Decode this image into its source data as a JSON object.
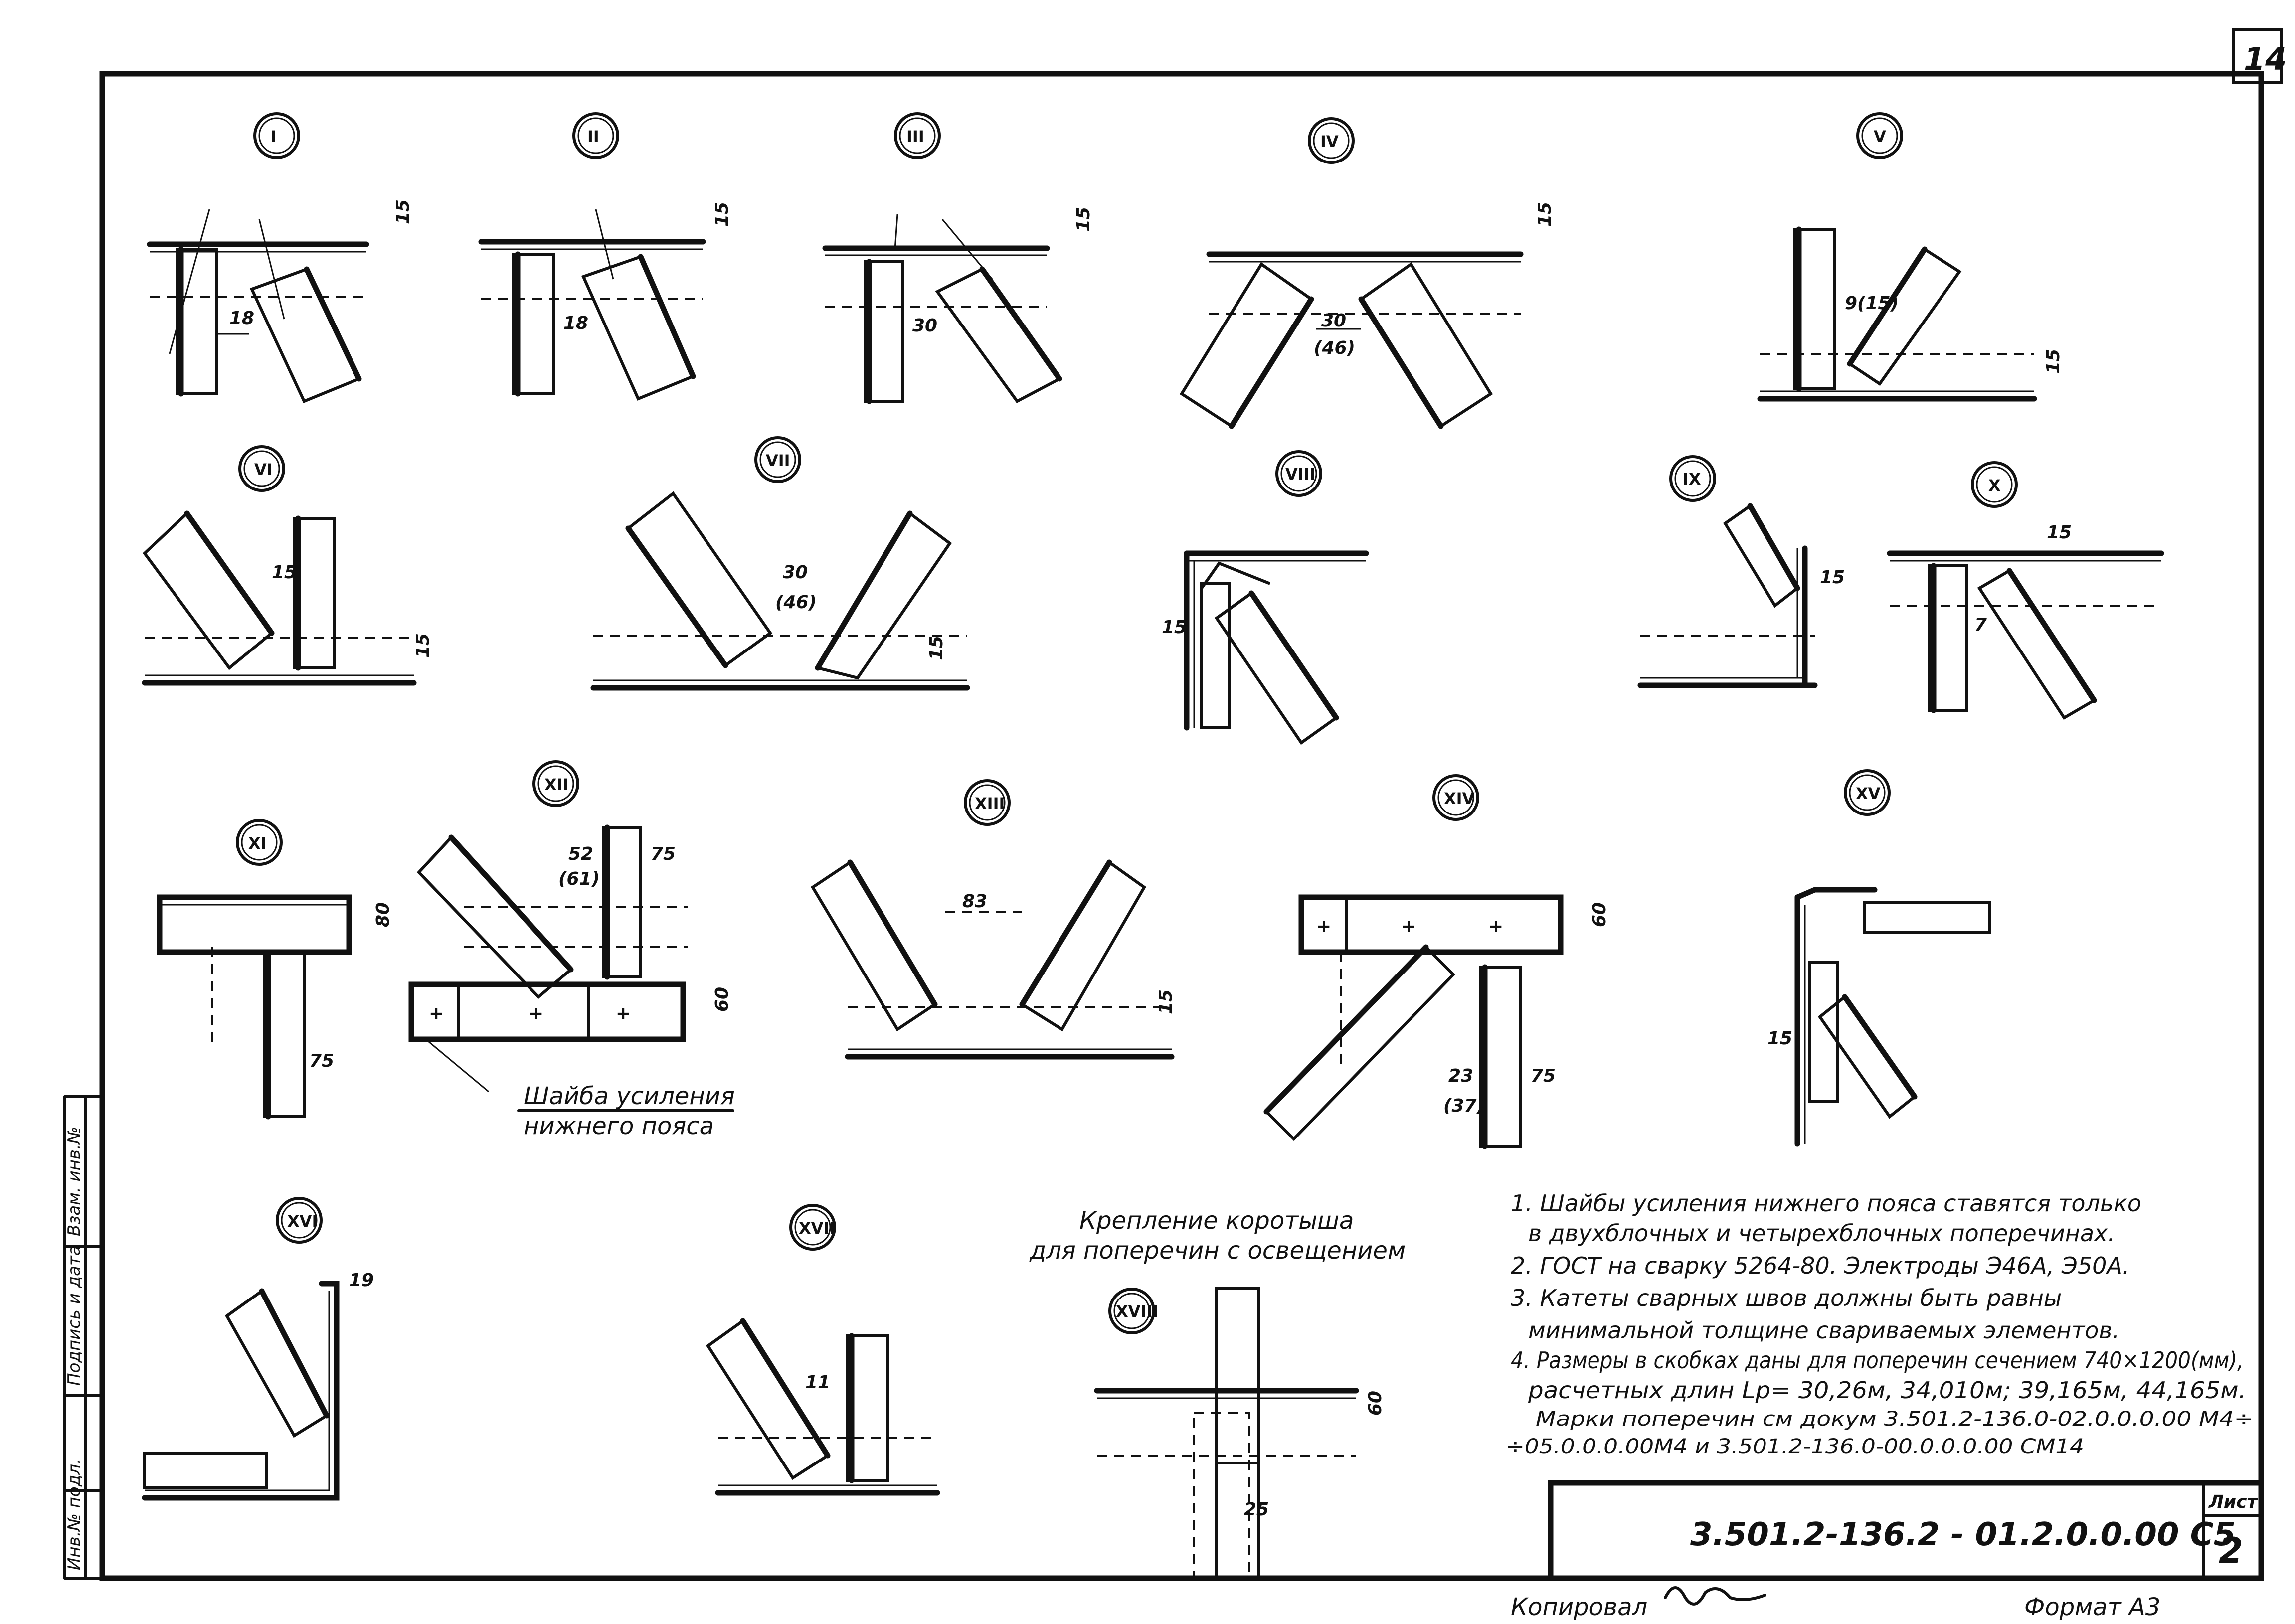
{
  "sheet": {
    "page_number": "14",
    "designation": "3.501.2-136.2 -  01.2.0.0.00 С5",
    "list_label": "Лист",
    "list_number": "2",
    "copied_by": "Копировал",
    "format": "Формат А3",
    "side_stamp": [
      "Инв.№ подл.",
      "Подпись и дата",
      "Взам. инв.№"
    ]
  },
  "nodes": [
    {
      "label": "I",
      "dims": [
        "15",
        "18"
      ]
    },
    {
      "label": "II",
      "dims": [
        "15",
        "18"
      ]
    },
    {
      "label": "III",
      "dims": [
        "15",
        "30"
      ]
    },
    {
      "label": "IV",
      "dims": [
        "15",
        "30",
        "(46)"
      ]
    },
    {
      "label": "V",
      "dims": [
        "9(15)",
        "15"
      ]
    },
    {
      "label": "VI",
      "dims": [
        "15",
        "15"
      ]
    },
    {
      "label": "VII",
      "dims": [
        "30",
        "(46)",
        "15"
      ]
    },
    {
      "label": "VIII",
      "dims": [
        "15"
      ]
    },
    {
      "label": "IX",
      "dims": [
        "15"
      ]
    },
    {
      "label": "X",
      "dims": [
        "15",
        "7"
      ]
    },
    {
      "label": "XI",
      "dims": [
        "80",
        "75"
      ]
    },
    {
      "label": "XII",
      "dims": [
        "52",
        "(61)",
        "75",
        "60"
      ]
    },
    {
      "label": "XIII",
      "dims": [
        "83",
        "15"
      ]
    },
    {
      "label": "XIV",
      "dims": [
        "60",
        "23",
        "(37)",
        "75"
      ]
    },
    {
      "label": "XV",
      "dims": [
        "15"
      ]
    },
    {
      "label": "XVI",
      "dims": [
        "19"
      ]
    },
    {
      "label": "XVII",
      "dims": [
        "11"
      ]
    },
    {
      "label": "XVIII",
      "dims": [
        "60",
        "25"
      ]
    }
  ],
  "callouts": {
    "washer_line1": "Шайба усиления",
    "washer_line2": "нижнего пояса",
    "short_piece_line1": "Крепление коротыша",
    "short_piece_line2": "для поперечин с освещением"
  },
  "notes": [
    "1. Шайбы усиления нижнего пояса ставятся только",
    "в двухблочных и четырехблочных поперечинах.",
    "2. ГОСТ на сварку 5264-80. Электроды Э46А, Э50А.",
    "3. Катеты сварных швов должны быть равны",
    "минимальной толщине свариваемых элементов.",
    "4. Размеры в скобках даны для поперечин сечением 740×1200(мм),",
    "расчетных длин Lр= 30,26м, 34,010м; 39,165м, 44,165м.",
    "Марки поперечин см докум 3.501.2-136.0-02.0.0.0.00 М4÷",
    "÷05.0.0.0.00М4 и 3.501.2-136.0-00.0.0.0.00 СМ14"
  ]
}
